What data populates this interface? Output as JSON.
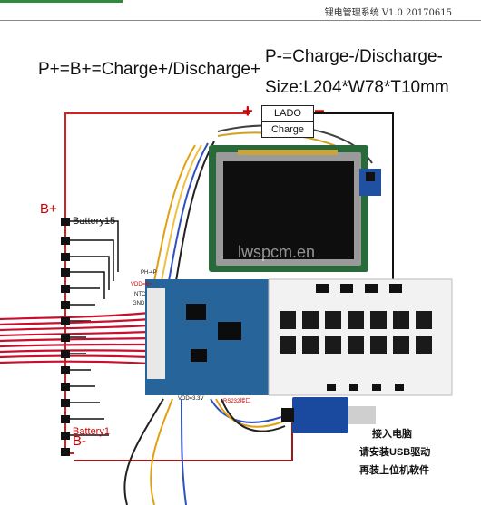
{
  "header": {
    "title": "锂电管理系统 V1.0 20170615"
  },
  "labels": {
    "line1": "P+=B+=Charge+/Discharge+",
    "line2": "P-=Charge-/Discharge-",
    "line3": "Size:L204*W78*T10mm",
    "lado": "LADO",
    "charge": "Charge",
    "plus": "+",
    "minus": "−",
    "b_plus": "B+",
    "b_minus": "B-",
    "battery15": "Battery15",
    "battery1": "Battery1",
    "ph4p": "PH-4P",
    "vdd_b": "VDD=B+",
    "ntc": "NTC",
    "gnd": "GND",
    "vdd33": "VDD=3.3V",
    "rs232": "RS232接口",
    "usb1": "接入电脑",
    "usb2": "请安装USB驱动",
    "usb3": "再装上位机软件",
    "watermark": "lwspcm.en"
  }
}
